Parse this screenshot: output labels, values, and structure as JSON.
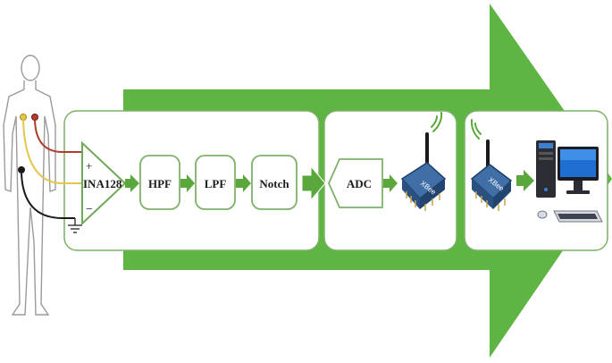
{
  "blocks": {
    "amplifier": "INA128",
    "plus_sign": "+",
    "minus_sign": "−",
    "hpf": "HPF",
    "lpf": "LPF",
    "notch": "Notch",
    "adc": "ADC"
  },
  "modules": {
    "tx_module_text": "XBee",
    "rx_module_text": "XBee"
  },
  "colors": {
    "arrow_green": "#5fb544",
    "small_arrow_green": "#5aa83c",
    "block_border": "#7fb069",
    "wire_red": "#b23a2e",
    "wire_yellow": "#e3c64a",
    "wire_black": "#1a1a1a",
    "xbee_blue": "#3f6fa6"
  },
  "icons": {
    "body": "human-body-outline-icon",
    "ground": "ground-symbol-icon",
    "tx_antenna": "wireless-signal-icon",
    "rx_antenna": "wireless-signal-icon",
    "computer": "desktop-computer-icon"
  }
}
